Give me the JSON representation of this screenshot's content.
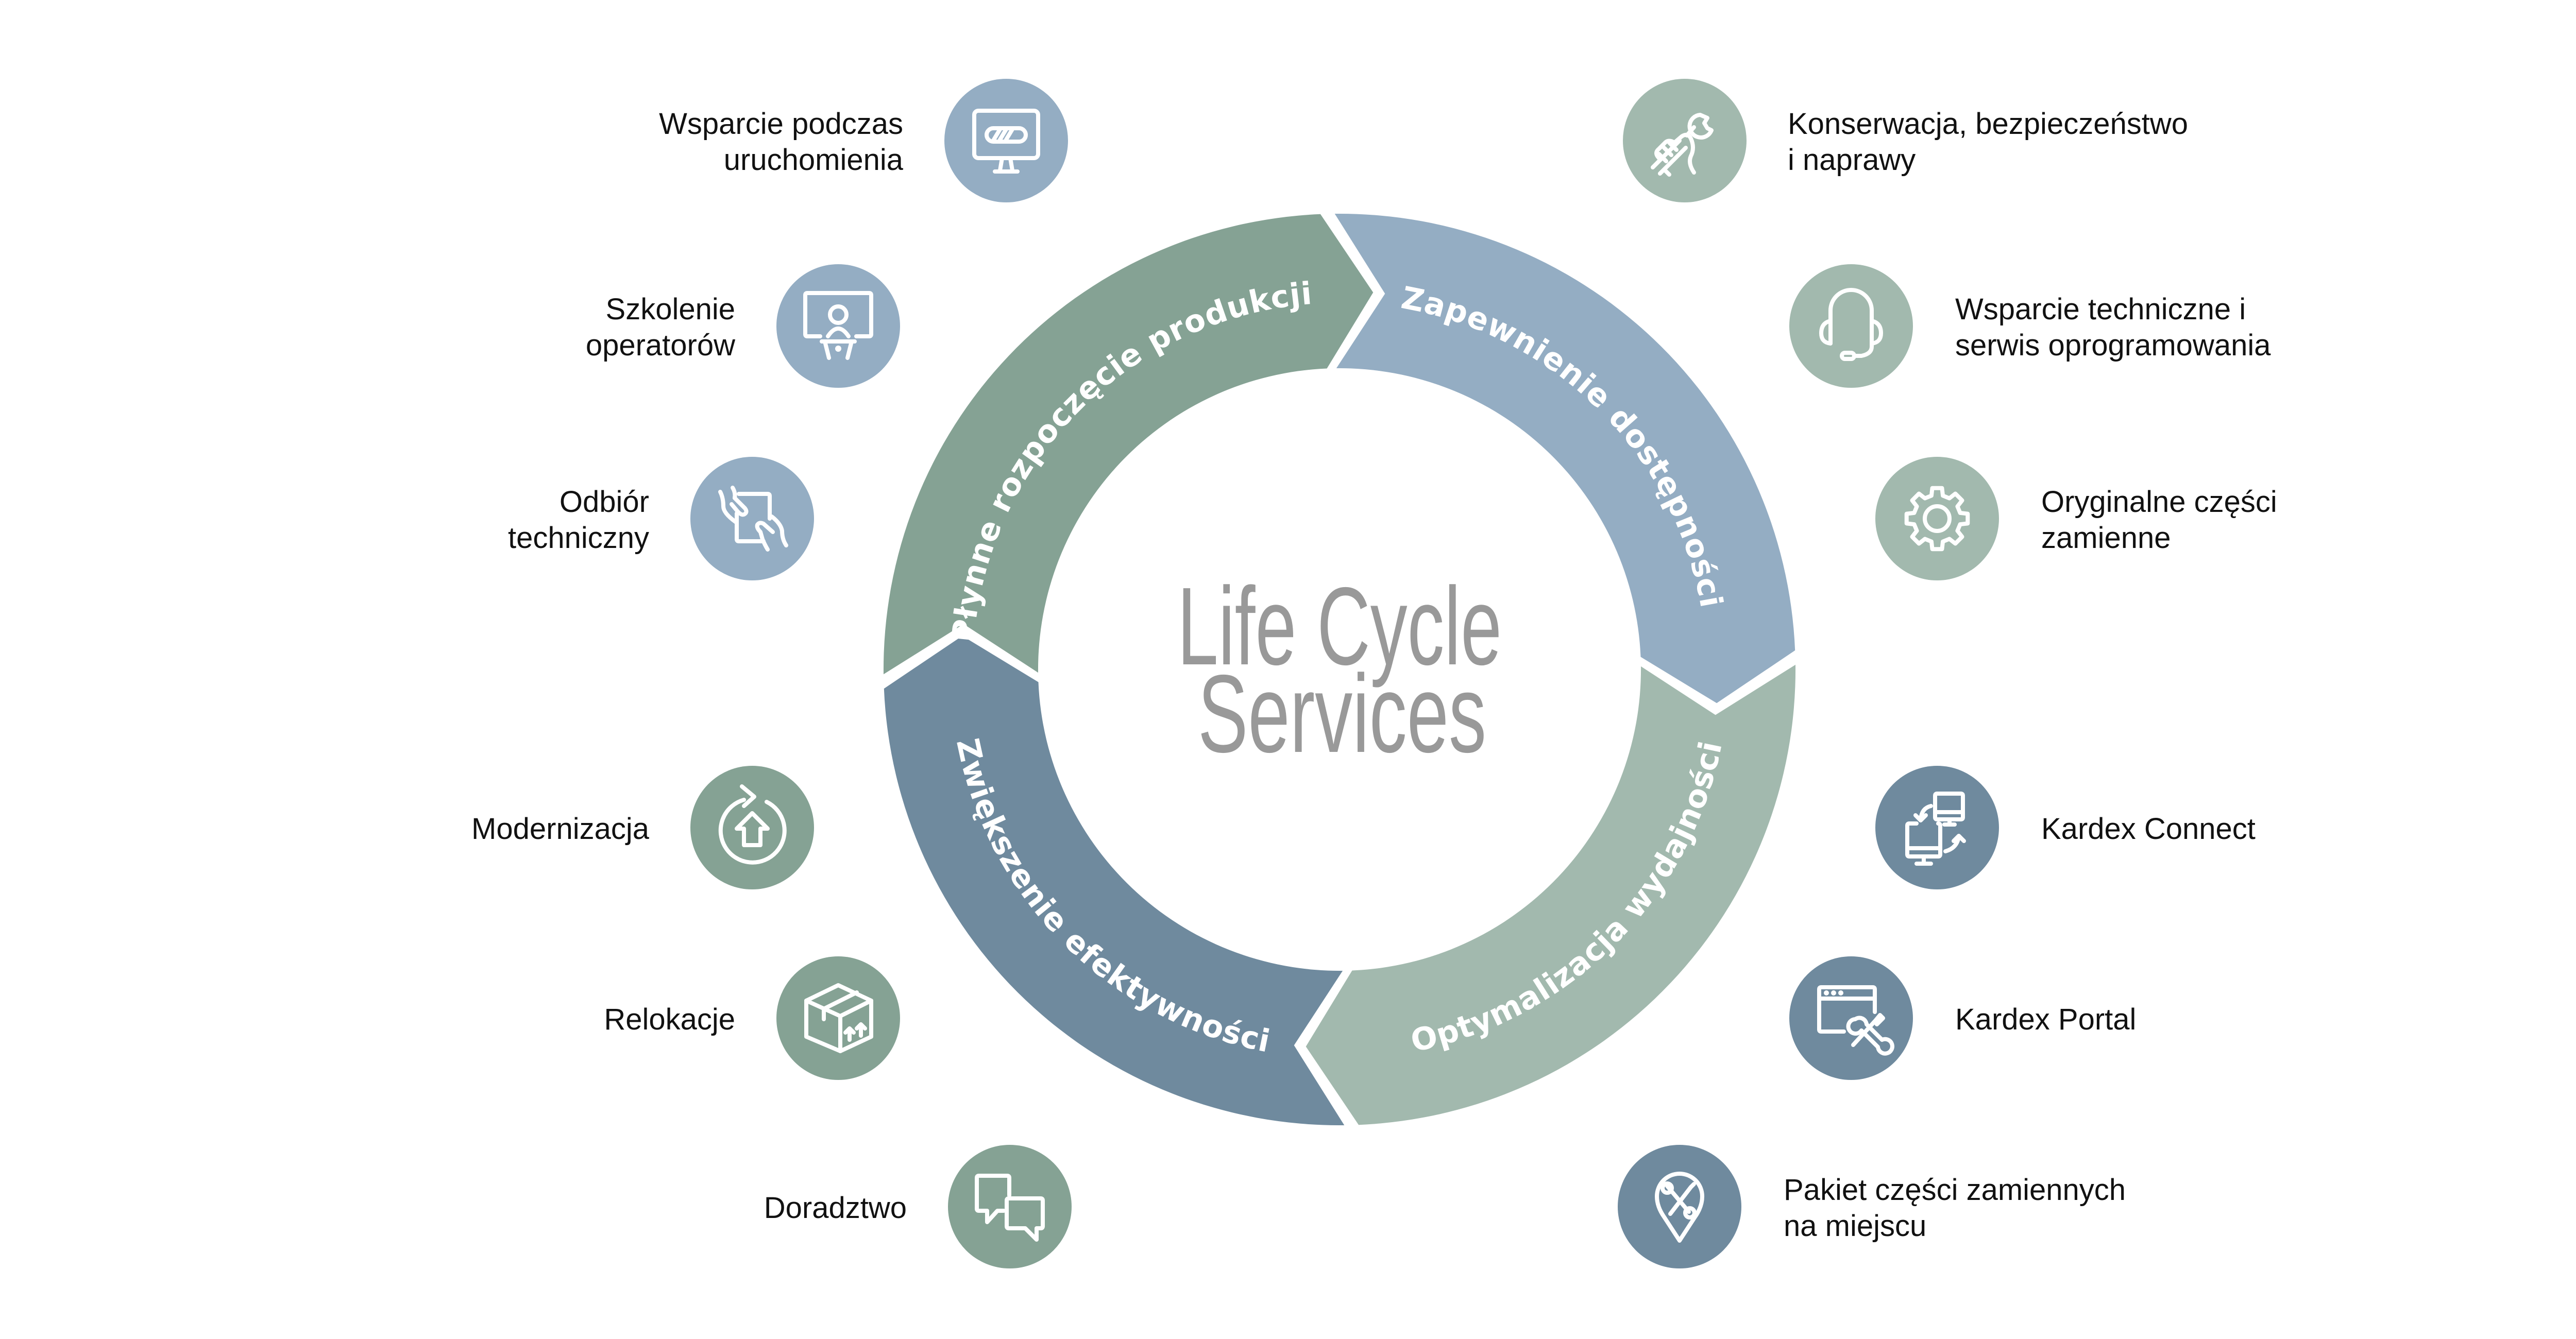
{
  "diagram": {
    "title_line1": "Life Cycle",
    "title_line2": "Services",
    "segments": [
      {
        "label": "Płynne rozpoczęcie produkcji",
        "color": "#94ADC3"
      },
      {
        "label": "Zapewnienie dostępności",
        "color": "#A2B9AE"
      },
      {
        "label": "Optymalizacja wydajności",
        "color": "#6F8A9E"
      },
      {
        "label": "Zwiększenie efektywności",
        "color": "#85A294"
      }
    ],
    "left_items": [
      {
        "line1": "Wsparcie podczas",
        "line2": "uruchomienia",
        "icon": "monitor-progress-icon",
        "color": "#94ADC3"
      },
      {
        "line1": "Szkolenie",
        "line2": "operatorów",
        "icon": "presenter-icon",
        "color": "#94ADC3"
      },
      {
        "line1": "Odbiór",
        "line2": "techniczny",
        "icon": "hands-tablet-icon",
        "color": "#94ADC3"
      },
      {
        "line1": "Modernizacja",
        "line2": "",
        "icon": "upgrade-cycle-icon",
        "color": "#85A294"
      },
      {
        "line1": "Relokacje",
        "line2": "",
        "icon": "box-icon",
        "color": "#85A294"
      },
      {
        "line1": "Doradztwo",
        "line2": "",
        "icon": "chat-bubbles-icon",
        "color": "#85A294"
      }
    ],
    "right_items": [
      {
        "line1": "Konserwacja, bezpieczeństwo",
        "line2": "i naprawy",
        "icon": "hand-wrench-icon",
        "color": "#A2B9AE"
      },
      {
        "line1": "Wsparcie techniczne i",
        "line2": "serwis oprogramowania",
        "icon": "headset-icon",
        "color": "#A2B9AE"
      },
      {
        "line1": "Oryginalne części",
        "line2": "zamienne",
        "icon": "gear-icon",
        "color": "#A2B9AE"
      },
      {
        "line1": "Kardex Connect",
        "line2": "",
        "icon": "connected-monitors-icon",
        "color": "#6F8A9E"
      },
      {
        "line1": "Kardex Portal",
        "line2": "",
        "icon": "browser-tools-icon",
        "color": "#6F8A9E"
      },
      {
        "line1": "Pakiet części zamiennych",
        "line2": "na miejscu",
        "icon": "location-tools-icon",
        "color": "#6F8A9E"
      }
    ]
  }
}
